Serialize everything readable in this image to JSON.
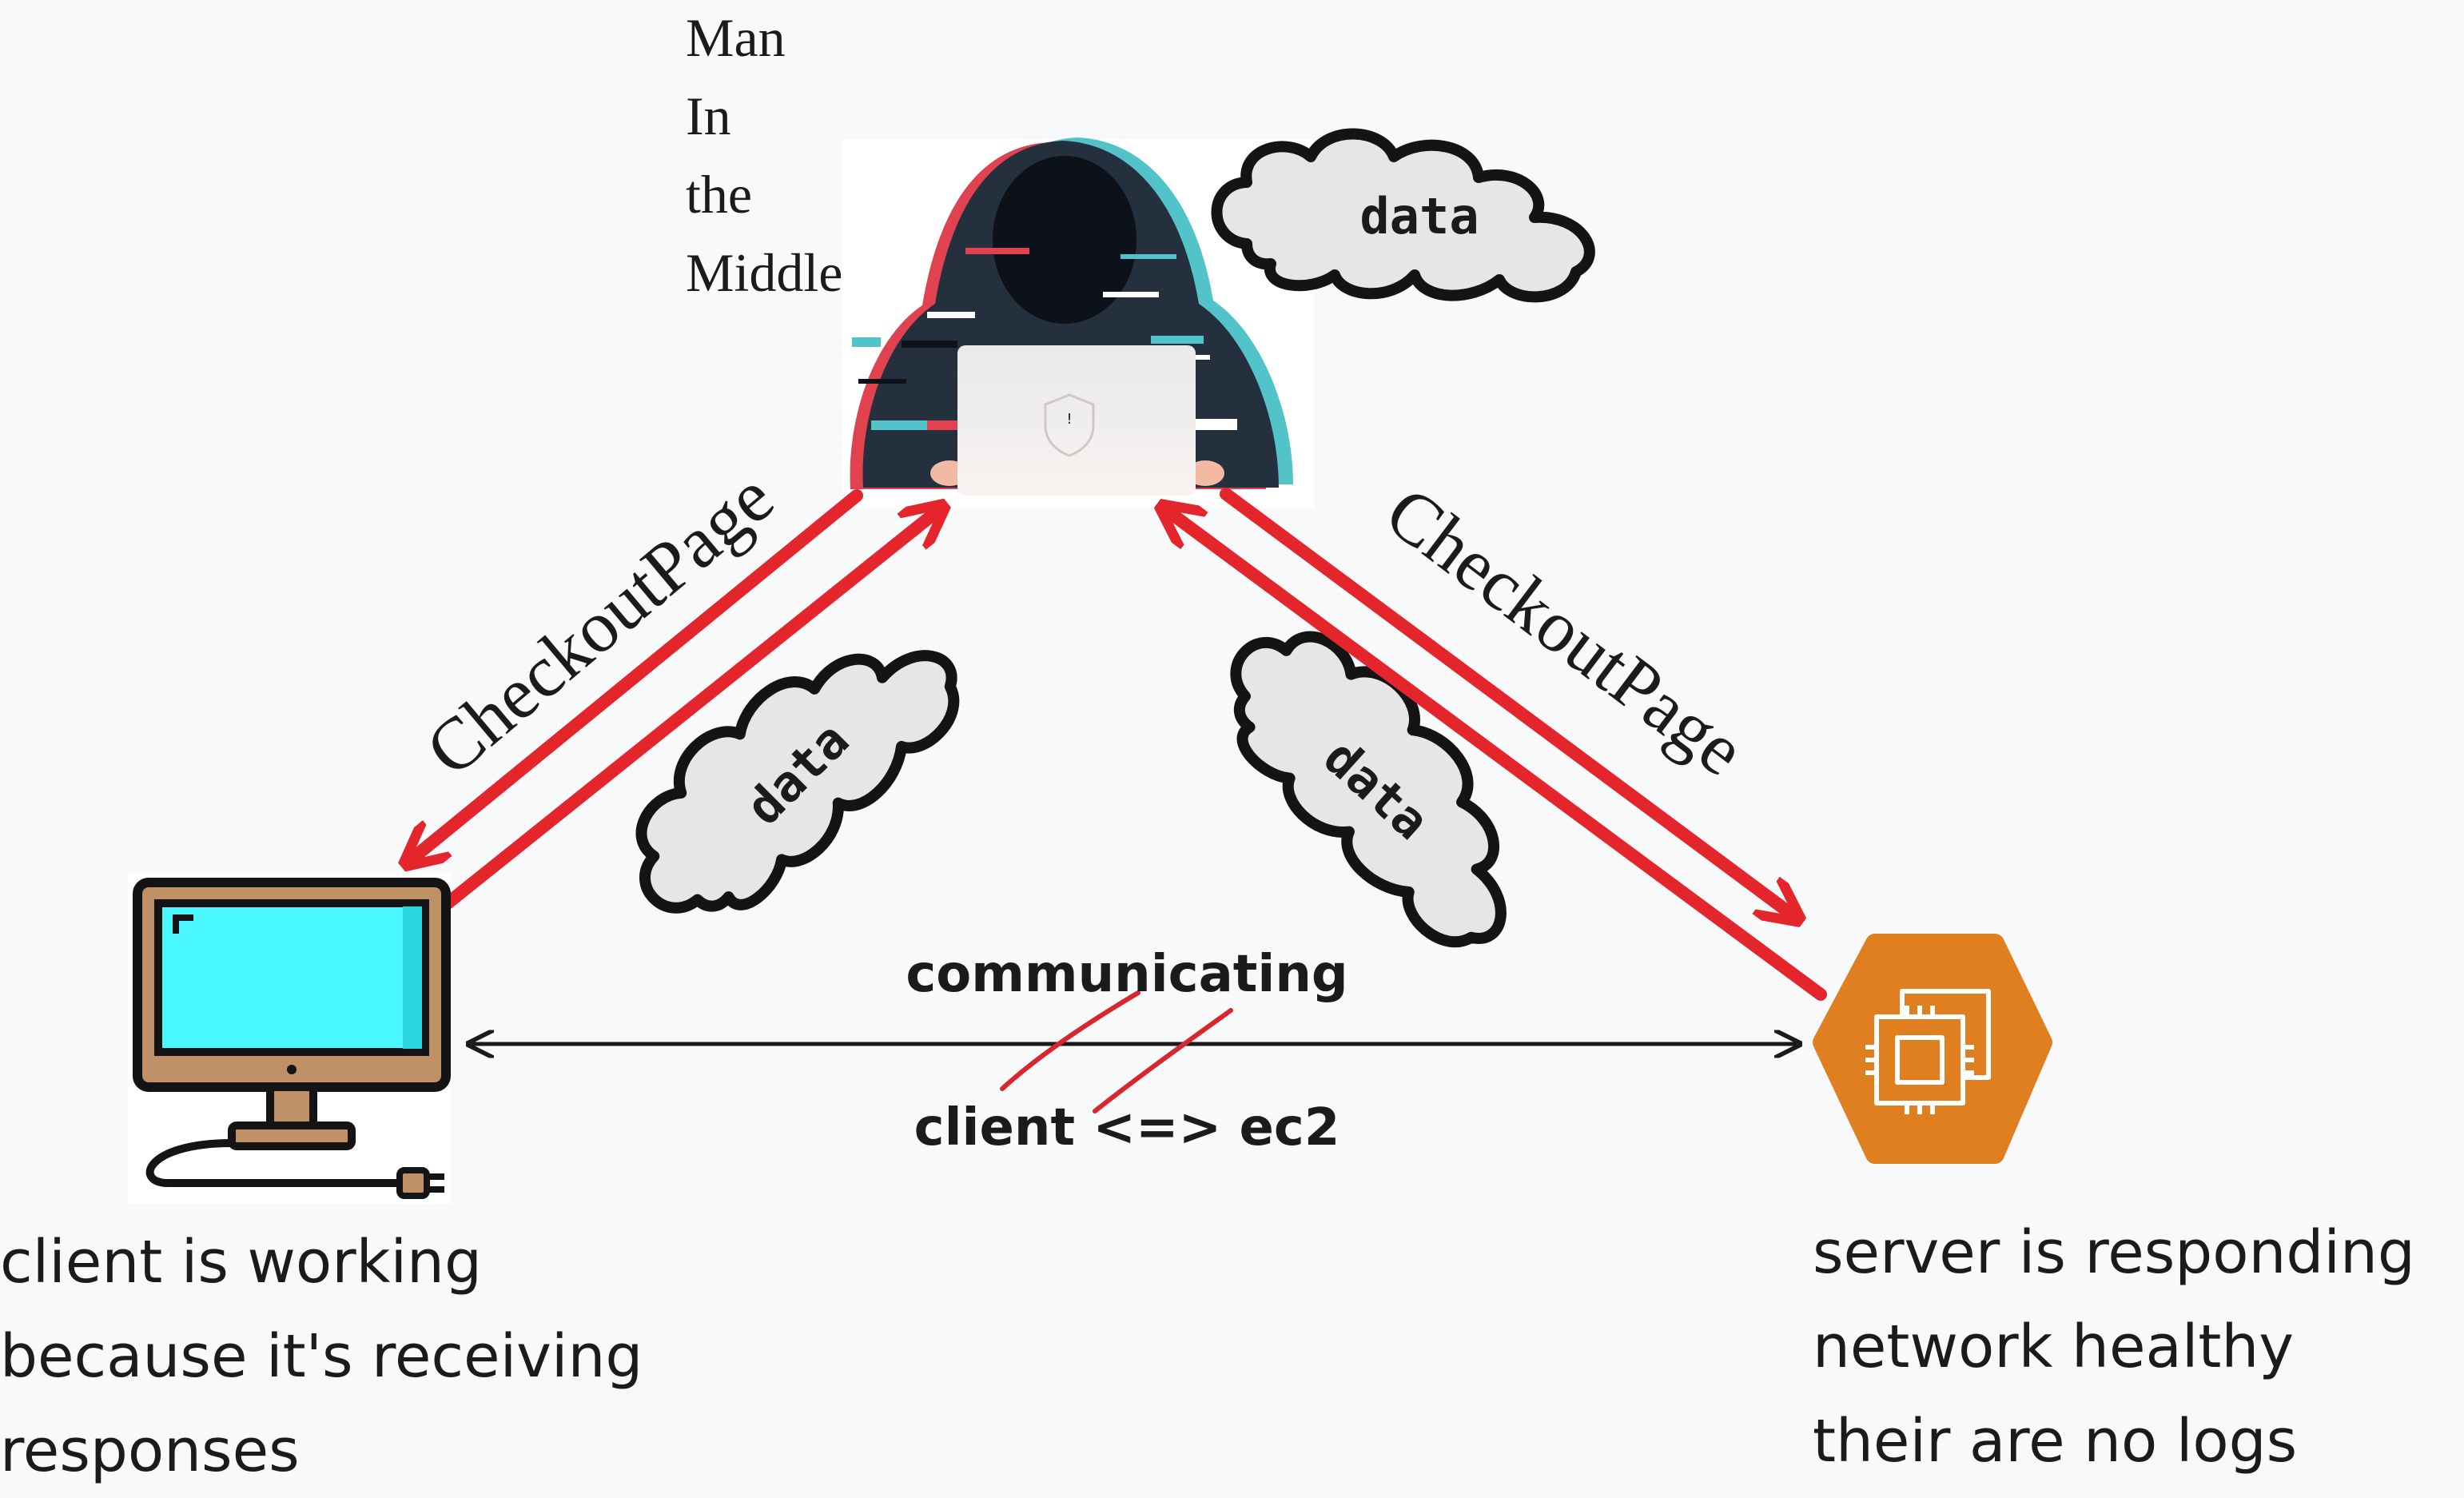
{
  "mitm_title": {
    "lines": [
      "Man",
      "In",
      "the",
      "Middle"
    ]
  },
  "left_arrow_label": "CheckoutPage",
  "right_arrow_label": "CheckoutPage",
  "clouds": {
    "top": "data",
    "left": "data",
    "right": "data"
  },
  "center": {
    "top": "communicating",
    "bottom": "client <=> ec2"
  },
  "client_caption": {
    "lines": [
      "client is working",
      "because it's receiving",
      "responses"
    ]
  },
  "server_caption": {
    "lines": [
      "server is responding",
      "network healthy",
      "their are no logs"
    ]
  },
  "colors": {
    "arrow_red": "#e4262c",
    "ec2_orange": "#e07f1f",
    "monitor_screen": "#48f7ff",
    "monitor_frame": "#c09066",
    "cloud_fill": "#e6e6e6",
    "hoodie": "#25303f"
  },
  "icons": {
    "hacker": "hacker-icon",
    "client": "desktop-computer-icon",
    "server": "ec2-instance-icon"
  }
}
